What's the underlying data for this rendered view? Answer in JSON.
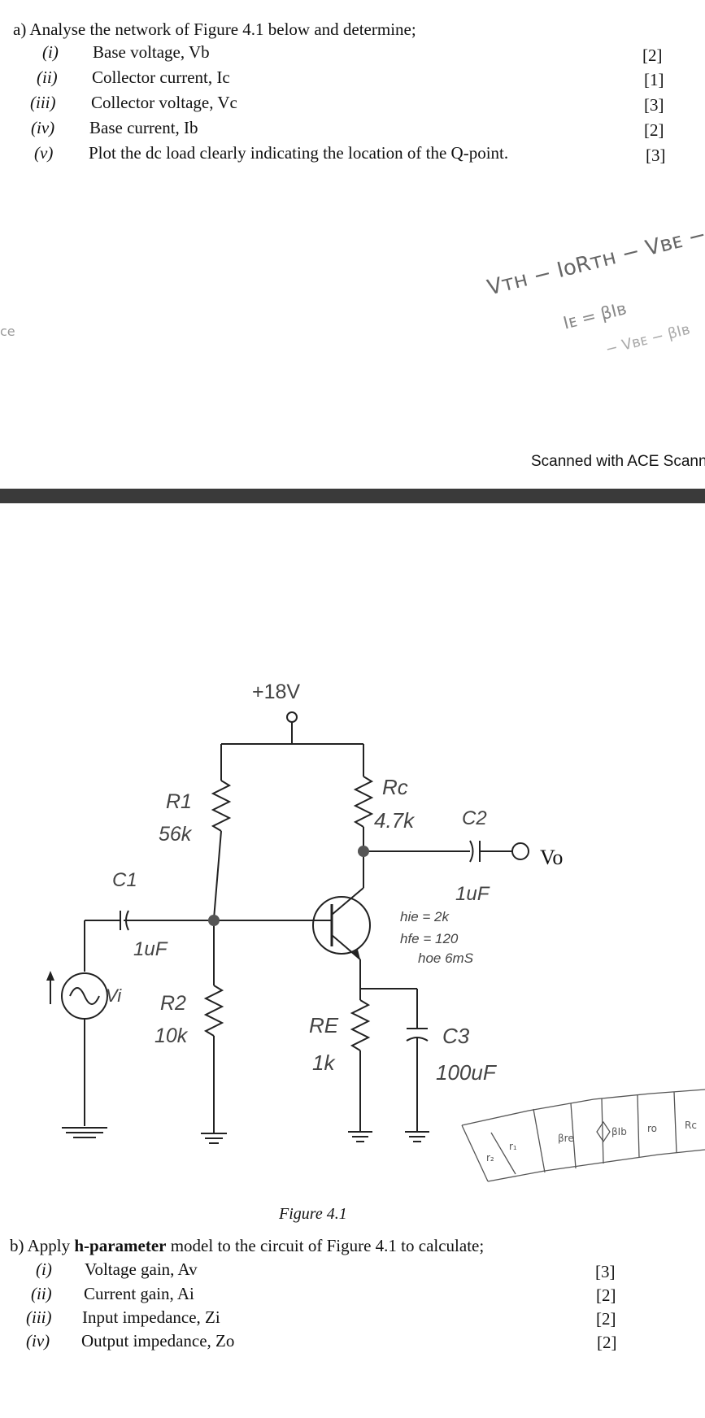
{
  "part_a": {
    "intro": "a)  Analyse the network of Figure 4.1 below and determine;",
    "items": [
      {
        "num": "(i)",
        "text": "Base voltage, Vb",
        "mark": "[2]"
      },
      {
        "num": "(ii)",
        "text": "Collector current, Ic",
        "mark": "[1]"
      },
      {
        "num": "(iii)",
        "text": "Collector voltage, Vc",
        "mark": "[3]"
      },
      {
        "num": "(iv)",
        "text": "Base current, Ib",
        "mark": "[2]"
      },
      {
        "num": "(v)",
        "text": "Plot the dc load clearly indicating the location of the Q-point.",
        "mark": "[3]"
      }
    ]
  },
  "handwriting": {
    "line1": "Vᴛʜ − IᴏRᴛʜ − Vʙᴇ − IᴇR",
    "line2": "Iᴇ = βIʙ",
    "line3": "− Vʙᴇ − βIʙ",
    "margin": "ce"
  },
  "scan_watermark": "Scanned with ACE Scann",
  "figure": {
    "supply": "+18V",
    "r1_label": "R1",
    "r1_value": "56k",
    "r2_label": "R2",
    "r2_value": "10k",
    "rc_label": "Rc",
    "rc_value": "4.7k",
    "re_label": "RE",
    "re_value": "1k",
    "c1_label": "C1",
    "c1_value": "1uF",
    "c2_label": "C2",
    "c2_value": "1uF",
    "c3_label": "C3",
    "c3_value": "100uF",
    "vi_label": "Vi",
    "vo_label": "Vo",
    "hie": "hie = 2k",
    "hfe": "hfe = 120",
    "hoe": "hoe   6mS",
    "caption": "Figure 4.1"
  },
  "sketch_labels": {
    "r2": "r₂",
    "r1": "r₁",
    "rbe": "βre",
    "src": "βIb",
    "ro": "ro",
    "rc": "Rc"
  },
  "part_b": {
    "intro_pre": "b)  Apply ",
    "intro_bold": "h-parameter",
    "intro_post": " model to the circuit of Figure 4.1 to calculate;",
    "items": [
      {
        "num": "(i)",
        "text": "Voltage gain, Av",
        "mark": "[3]"
      },
      {
        "num": "(ii)",
        "text": "Current gain, Ai",
        "mark": "[2]"
      },
      {
        "num": "(iii)",
        "text": "Input impedance, Zi",
        "mark": "[2]"
      },
      {
        "num": "(iv)",
        "text": "Output impedance, Zo",
        "mark": "[2]"
      }
    ]
  }
}
